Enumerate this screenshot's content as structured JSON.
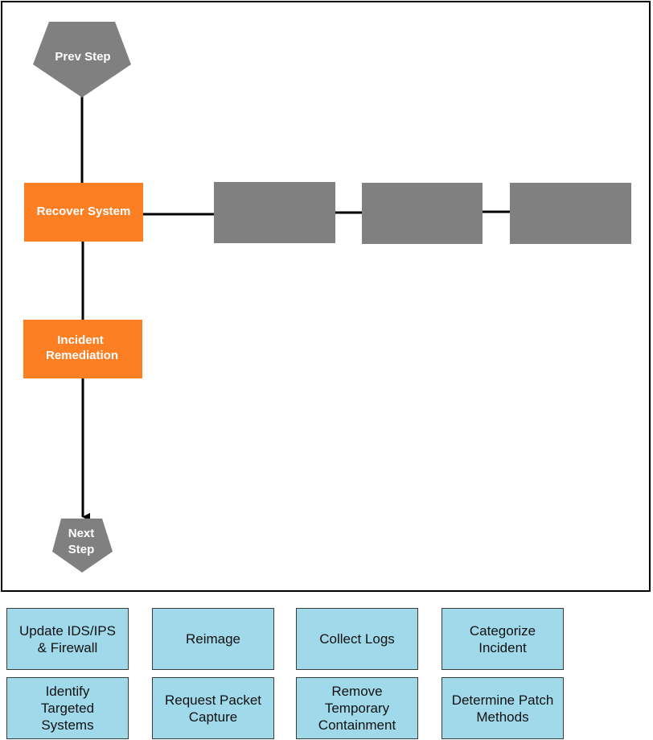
{
  "flow": {
    "prev_step": "Prev Step",
    "recover_system": "Recover System",
    "incident_remediation_line1": "Incident",
    "incident_remediation_line2": "Remediation",
    "next_step_line1": "Next",
    "next_step_line2": "Step"
  },
  "colors": {
    "orange": "#fc7f24",
    "gray": "#808080",
    "card_fill": "#a0d9ea",
    "line": "#000000"
  },
  "cards": [
    {
      "label": "Update IDS/IPS\n& Firewall"
    },
    {
      "label": "Reimage"
    },
    {
      "label": "Collect Logs"
    },
    {
      "label": "Categorize\nIncident"
    },
    {
      "label": "Identify\nTargeted\nSystems"
    },
    {
      "label": "Request Packet\nCapture"
    },
    {
      "label": "Remove\nTemporary\nContainment"
    },
    {
      "label": "Determine Patch\nMethods"
    }
  ]
}
